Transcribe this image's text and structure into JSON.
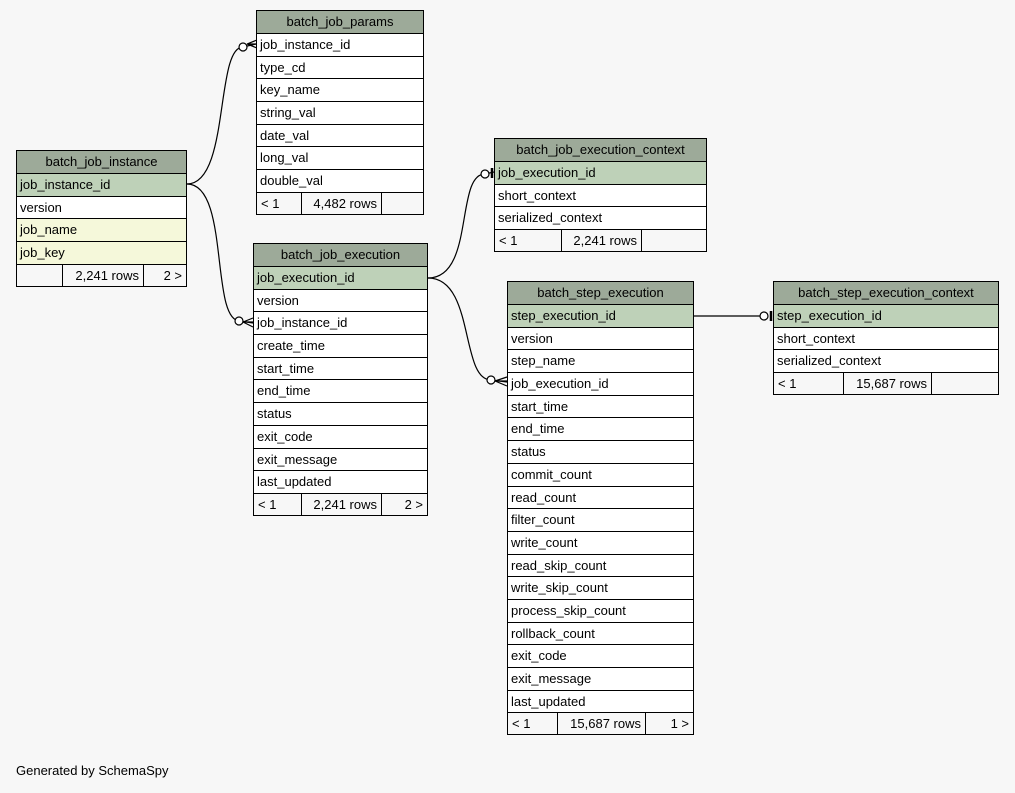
{
  "footer": "Generated by SchemaSpy",
  "tables": {
    "batch_job_instance": {
      "name": "batch_job_instance",
      "columns": [
        "job_instance_id",
        "version",
        "job_name",
        "job_key"
      ],
      "parents": "",
      "rows": "2,241 rows",
      "children": "2 >"
    },
    "batch_job_params": {
      "name": "batch_job_params",
      "columns": [
        "job_instance_id",
        "type_cd",
        "key_name",
        "string_val",
        "date_val",
        "long_val",
        "double_val"
      ],
      "parents": "< 1",
      "rows": "4,482 rows",
      "children": ""
    },
    "batch_job_execution": {
      "name": "batch_job_execution",
      "columns": [
        "job_execution_id",
        "version",
        "job_instance_id",
        "create_time",
        "start_time",
        "end_time",
        "status",
        "exit_code",
        "exit_message",
        "last_updated"
      ],
      "parents": "< 1",
      "rows": "2,241 rows",
      "children": "2 >"
    },
    "batch_job_execution_context": {
      "name": "batch_job_execution_context",
      "columns": [
        "job_execution_id",
        "short_context",
        "serialized_context"
      ],
      "parents": "< 1",
      "rows": "2,241 rows",
      "children": ""
    },
    "batch_step_execution": {
      "name": "batch_step_execution",
      "columns": [
        "step_execution_id",
        "version",
        "step_name",
        "job_execution_id",
        "start_time",
        "end_time",
        "status",
        "commit_count",
        "read_count",
        "filter_count",
        "write_count",
        "read_skip_count",
        "write_skip_count",
        "process_skip_count",
        "rollback_count",
        "exit_code",
        "exit_message",
        "last_updated"
      ],
      "parents": "< 1",
      "rows": "15,687 rows",
      "children": "1 >"
    },
    "batch_step_execution_context": {
      "name": "batch_step_execution_context",
      "columns": [
        "step_execution_id",
        "short_context",
        "serialized_context"
      ],
      "parents": "< 1",
      "rows": "15,687 rows",
      "children": ""
    }
  },
  "colors": {
    "header": "#9daa99",
    "primary_key": "#bed1b8",
    "indexed": "#f5f8da",
    "background": "#f7f7f7"
  }
}
